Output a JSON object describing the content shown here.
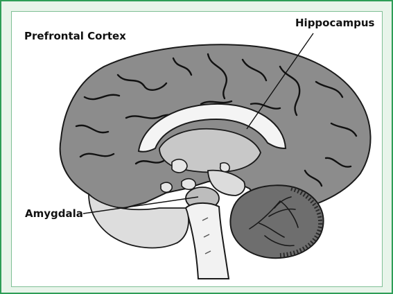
{
  "figure": {
    "labels": {
      "prefrontal_cortex": "Prefrontal Cortex",
      "hippocampus": "Hippocampus",
      "amygdala": "Amygdala"
    },
    "colors": {
      "frame_border": "#2e9d57",
      "frame_background": "#e8f4ea",
      "cortex_fill": "#8c8c8c",
      "inner_fill": "#c8c8c8",
      "cerebellum_fill": "#6e6e6e",
      "outline": "#1a1a1a"
    }
  }
}
